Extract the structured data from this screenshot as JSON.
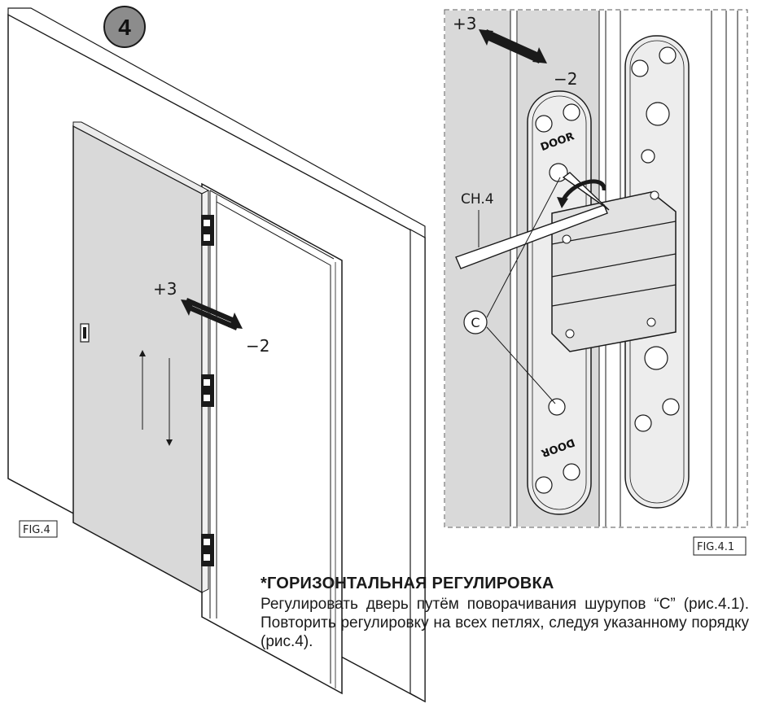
{
  "step_badge": "4",
  "fig4": {
    "label": "FIG.4",
    "plus_label": "+3",
    "minus_label": "−2"
  },
  "fig41": {
    "label": "FIG.4.1",
    "plus_label": "+3",
    "minus_label": "−2",
    "tool_label": "CH.4",
    "screw_label": "C",
    "hinge_text_top": "DOOR",
    "hinge_text_bottom": "DOOR"
  },
  "instruction": {
    "title": "*ГОРИЗОНТАЛЬНАЯ РЕГУЛИРОВКА",
    "body": "Регулировать дверь путём поворачивания шурупов “C” (рис.4.1). Повторить регулировку на всех петлях, следуя указанному порядку (рис.4)."
  },
  "colors": {
    "line": "#1a1a1a",
    "door_fill": "#d9d9d9",
    "wall_fill": "#ffffff",
    "hinge_fill": "#e8e8e8",
    "badge_fill": "#8c8c8c"
  }
}
